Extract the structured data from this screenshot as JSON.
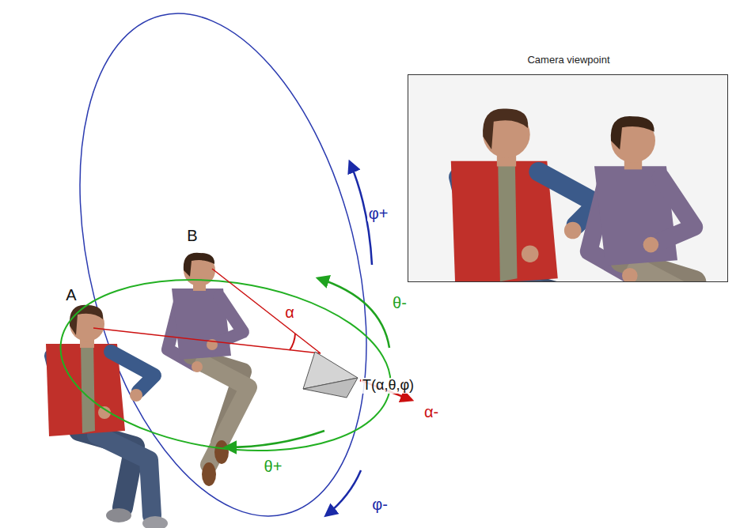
{
  "diagram": {
    "nodes": [
      {
        "text": [
          "Camera viewpoint"
        ]
      }
    ],
    "labels": [
      "φ+",
      "B",
      "θ-",
      "A",
      "α",
      "T(α,θ,φ)",
      "α-",
      "θ+",
      "φ-"
    ]
  }
}
